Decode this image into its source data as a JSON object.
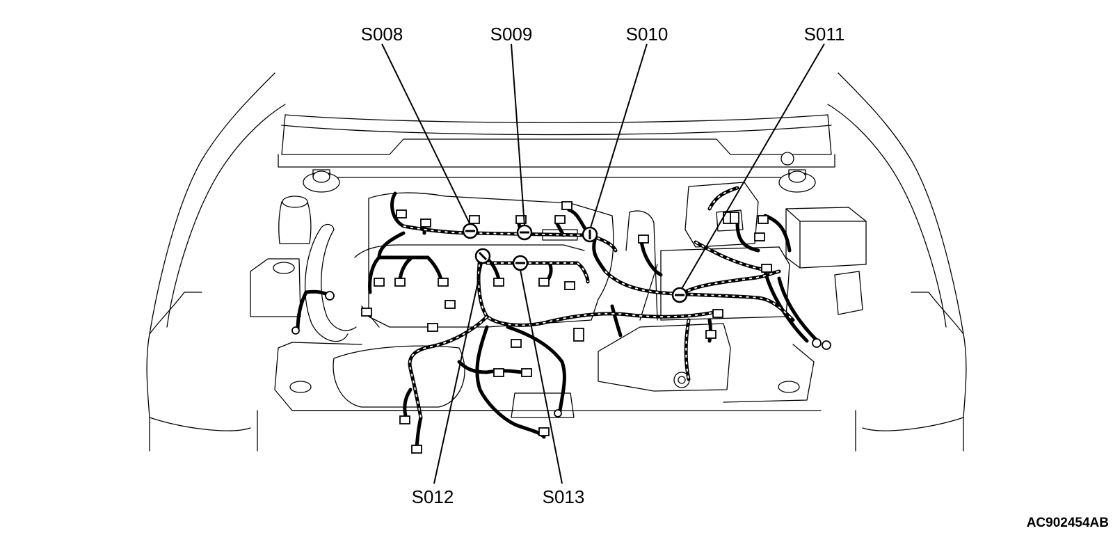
{
  "diagram": {
    "figure_code": "AC902454AB",
    "splices": [
      {
        "id": "s008",
        "label": "S008"
      },
      {
        "id": "s009",
        "label": "S009"
      },
      {
        "id": "s010",
        "label": "S010"
      },
      {
        "id": "s011",
        "label": "S011"
      },
      {
        "id": "s012",
        "label": "S012"
      },
      {
        "id": "s013",
        "label": "S013"
      }
    ]
  }
}
